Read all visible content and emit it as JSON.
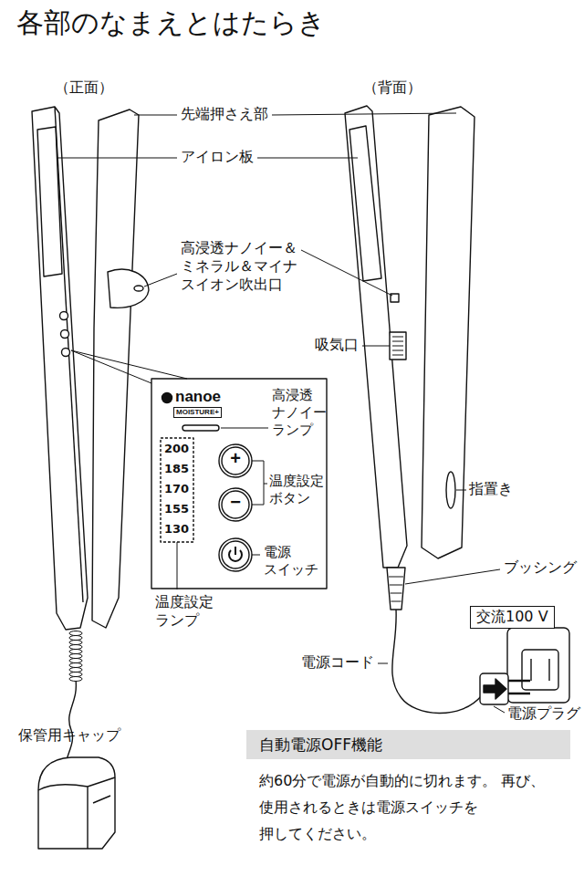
{
  "diagram": {
    "title": "各部のなまえとはたらき",
    "nodes": [
      {
        "text": [
          "交流100 V"
        ]
      },
      {
        "text": [
          "自動電源OFF機能",
          "約60分で電源が自動的に切れます。 再び、使用されるときは電源スイッチを 押してください。"
        ]
      }
    ],
    "labels": [
      "（正面）",
      "（背面）",
      "先端押さえ部",
      "アイロン板",
      "高浸透ナノイー＆ ミネラル＆マイナ スイオン吹出口",
      "吸気口",
      "指置き",
      "nanoe",
      "MOISTURE+",
      "高浸透 ナノイー ランプ",
      "200",
      "185",
      "170",
      "155",
      "130",
      "+",
      "−",
      "温度設定 ボタン",
      "電源 スイッチ",
      "温度設定 ランプ",
      "ブッシング",
      "電源コード",
      "電源プラグ",
      "保管用キャップ"
    ]
  }
}
